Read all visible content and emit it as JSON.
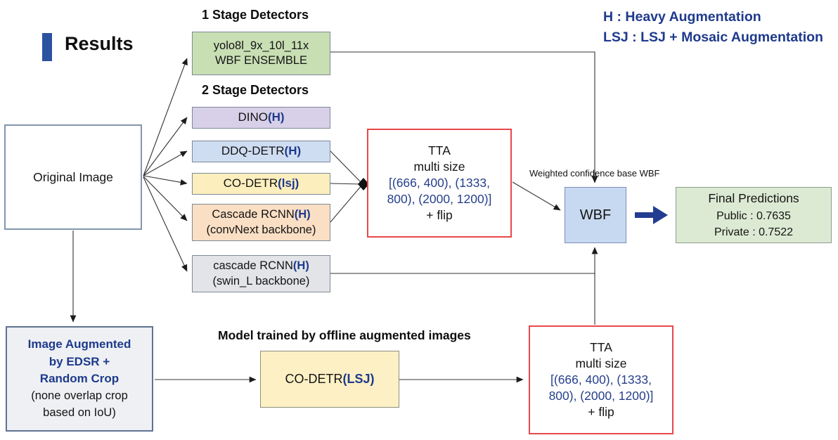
{
  "header": {
    "title": "Results",
    "accent_color": "#2a52a0"
  },
  "legend": {
    "line1": "H : Heavy Augmentation",
    "line2": "LSJ : LSJ + Mosaic Augmentation",
    "color": "#1e3a8c"
  },
  "groups": {
    "one_stage": "1 Stage Detectors",
    "two_stage": "2 Stage Detectors"
  },
  "nodes": {
    "original_image": {
      "label": "Original Image"
    },
    "yolo_ensemble": {
      "line1": "yolo8l_9x_10l_11x",
      "line2": "WBF ENSEMBLE",
      "color": "#c8dfb4"
    },
    "dino": {
      "name": "DINO",
      "suffix": "(H)",
      "color": "#d8d0e8"
    },
    "ddq_detr": {
      "name": "DDQ-DETR",
      "suffix": "(H)",
      "color": "#cfddf2"
    },
    "co_detr": {
      "name": "CO-DETR",
      "suffix": "(lsj)",
      "color": "#fdeebd"
    },
    "cascade_rcnn_convnext": {
      "name": "Cascade RCNN",
      "suffix": "(H)",
      "line2": "(convNext backbone)",
      "color": "#fbdfc4"
    },
    "cascade_rcnn_swin": {
      "name": "cascade RCNN",
      "suffix": "(H)",
      "line2": "(swin_L backbone)",
      "color": "#e2e4e7"
    },
    "tta_top": {
      "title": "TTA",
      "subtitle": "multi size",
      "sizes": "[(666, 400), (1333,\n800), (2000, 1200)]",
      "flip": "+ flip",
      "border_color": "#e8474b"
    },
    "tta_bottom": {
      "title": "TTA",
      "subtitle": "multi size",
      "sizes": "[(666, 400), (1333,\n800), (2000, 1200)]",
      "flip": "+ flip",
      "border_color": "#e8474b"
    },
    "wbf": {
      "label": "WBF",
      "caption": "Weighted confidence base WBF",
      "color": "#c7d9f0"
    },
    "final_predictions": {
      "title": "Final Predictions",
      "public": "Public : 0.7635",
      "private": "Private : 0.7522",
      "color": "#dcead3"
    },
    "augmented_image": {
      "title": "Image Augmented\nby EDSR +\nRandom Crop",
      "note": "(none overlap crop\nbased on IoU)"
    },
    "offline_label": "Model trained by offline augmented images",
    "co_detr_lsj": {
      "name": "CO-DETR",
      "suffix": "(LSJ)",
      "color": "#fdf0c4"
    }
  }
}
